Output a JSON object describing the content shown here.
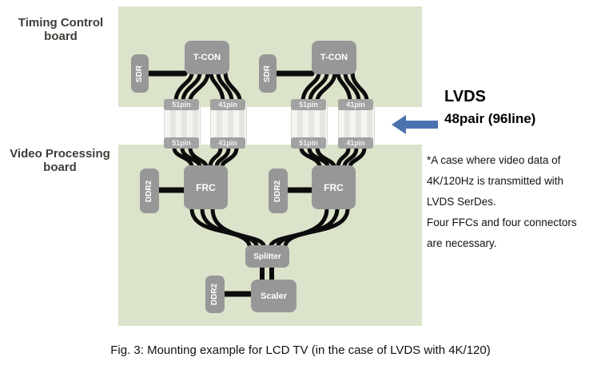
{
  "boards": {
    "timing_label_line1": "Timing Control",
    "timing_label_line2": "board",
    "video_label_line1": "Video Processing",
    "video_label_line2": "board"
  },
  "chips": {
    "tcon": "T-CON",
    "sdr": "SDR",
    "frc": "FRC",
    "ddr2": "DDR2",
    "splitter": "Splitter",
    "scaler": "Scaler"
  },
  "connectors": {
    "pin51": "51pin",
    "pin41": "41pin"
  },
  "callout": {
    "title": "LVDS",
    "subtitle": "48pair (96line)",
    "note_lines": [
      "*A case where video data of",
      "4K/120Hz is transmitted with",
      "LVDS SerDes.",
      "Four FFCs and four connectors",
      "are necessary."
    ]
  },
  "caption": "Fig. 3: Mounting example for LCD TV (in the case of LVDS with 4K/120)",
  "colors": {
    "board_green": "#dbe4cb",
    "chip_gray": "#979797",
    "connector_gray": "#a2a2a2",
    "wire_black": "#0c0c0c",
    "arrow_blue": "#4a72ae"
  }
}
